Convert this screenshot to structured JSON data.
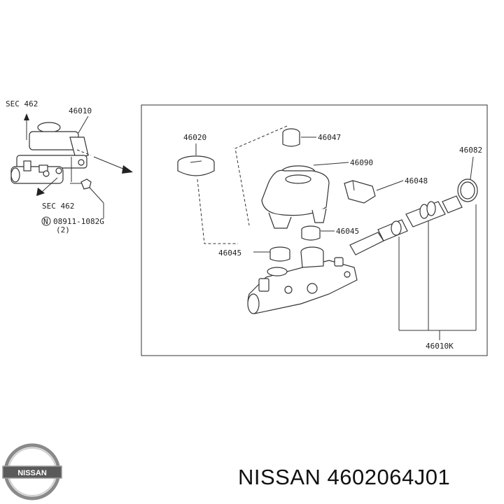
{
  "diagram": {
    "overview_labels": {
      "sec_top": "SEC 462",
      "part_main": "46010",
      "sec_bottom": "SEC 462",
      "bolt_code": "08911-1082G",
      "bolt_qty": "(2)",
      "nut_symbol": "N"
    },
    "detail_labels": {
      "cap": "46020",
      "filter": "46047",
      "reservoir": "46090",
      "connector": "46048",
      "seal_ring": "46082",
      "grommet_right": "46045",
      "grommet_left": "46045",
      "kit": "46010K"
    }
  },
  "logo": {
    "text": "NISSAN"
  },
  "caption": {
    "brand": "NISSAN",
    "part_number": "4602064J01"
  }
}
